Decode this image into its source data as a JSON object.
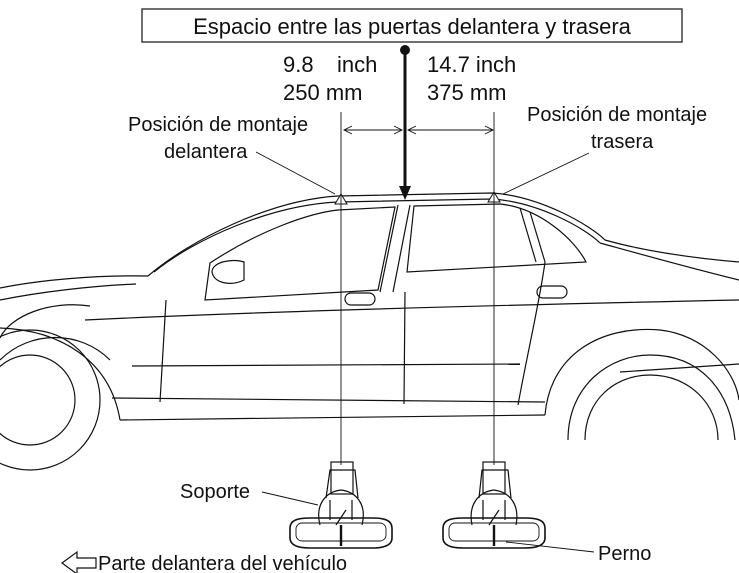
{
  "title": "Espacio entre las puertas delantera y trasera",
  "dimensions": {
    "front": {
      "inch_value": "9.8",
      "inch_unit": "inch",
      "mm": "250 mm"
    },
    "rear": {
      "inch": "14.7 inch",
      "mm": "375 mm"
    }
  },
  "labels": {
    "front_mount": [
      "Posición de montaje",
      "delantera"
    ],
    "rear_mount": [
      "Posición de montaje",
      "trasera"
    ],
    "support": "Soporte",
    "bolt": "Perno",
    "vehicle_front": "Parte delantera del vehículo"
  },
  "icons": {
    "direction_arrow": "left-arrow-outline-icon"
  }
}
